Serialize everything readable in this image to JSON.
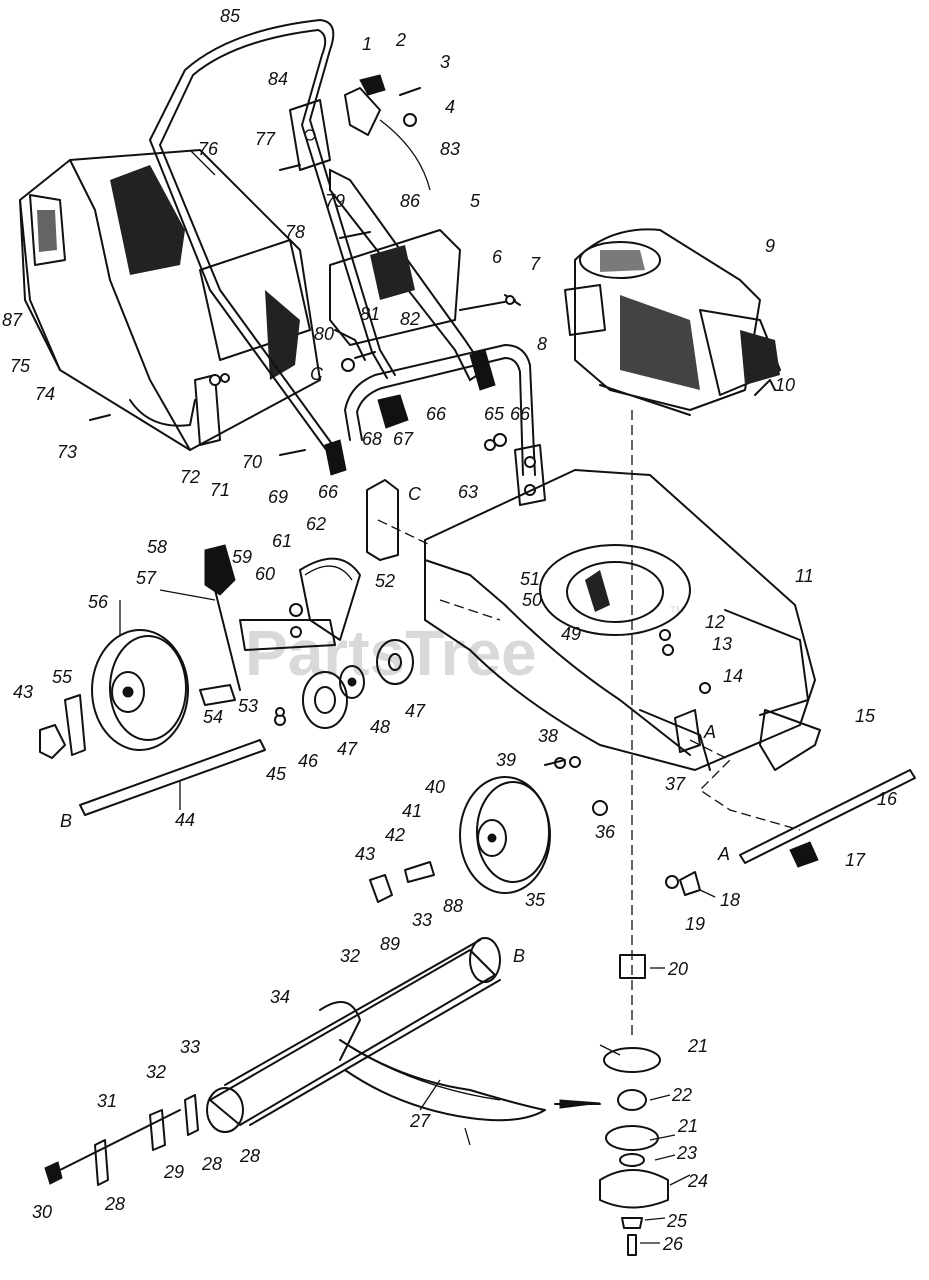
{
  "watermark": {
    "text": "PartsTree",
    "tm": "TM"
  },
  "callouts": [
    "1",
    "2",
    "3",
    "4",
    "5",
    "6",
    "7",
    "8",
    "9",
    "10",
    "11",
    "12",
    "13",
    "14",
    "15",
    "16",
    "17",
    "18",
    "19",
    "20",
    "21",
    "21",
    "22",
    "23",
    "24",
    "25",
    "26",
    "27",
    "28",
    "28",
    "28",
    "29",
    "30",
    "31",
    "32",
    "32",
    "33",
    "33",
    "34",
    "35",
    "36",
    "37",
    "38",
    "39",
    "40",
    "41",
    "42",
    "43",
    "43",
    "44",
    "45",
    "46",
    "47",
    "47",
    "48",
    "49",
    "50",
    "51",
    "52",
    "53",
    "54",
    "55",
    "56",
    "57",
    "58",
    "59",
    "60",
    "61",
    "62",
    "63",
    "65",
    "66",
    "66",
    "66",
    "67",
    "68",
    "69",
    "70",
    "71",
    "72",
    "73",
    "74",
    "75",
    "76",
    "77",
    "78",
    "79",
    "80",
    "81",
    "82",
    "83",
    "84",
    "85",
    "86",
    "87",
    "88",
    "89"
  ],
  "letters": [
    "A",
    "A",
    "B",
    "B",
    "C",
    "C"
  ]
}
